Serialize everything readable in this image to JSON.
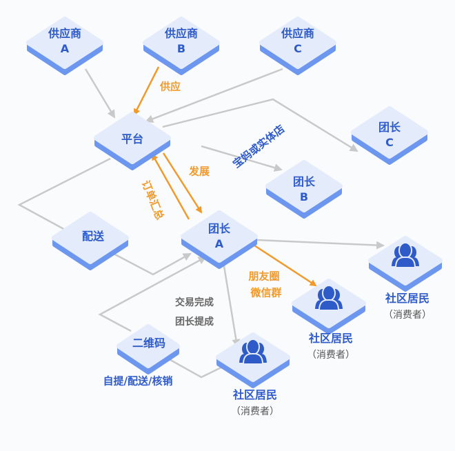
{
  "nodes": {
    "supplier_a": [
      "供应商",
      "A"
    ],
    "supplier_b": [
      "供应商",
      "B"
    ],
    "supplier_c": [
      "供应商",
      "C"
    ],
    "platform": "平台",
    "leader_a": [
      "团长",
      "A"
    ],
    "leader_b": [
      "团长",
      "B"
    ],
    "leader_c": [
      "团长",
      "C"
    ],
    "delivery": "配送",
    "qrcode": "二维码",
    "resident": {
      "name": "社区居民",
      "sub": "（消费者）"
    }
  },
  "edge_labels": {
    "supply": "供应",
    "develop": "发展",
    "order_summary": "订单汇总",
    "mom_or_store": "宝妈或实体店",
    "moments": "朋友圈",
    "wechat_group": "微信群",
    "deal_done": "交易完成",
    "commission": "团长提成",
    "pickup": "自提/配送/核销"
  },
  "colors": {
    "node_top": "#e4ecfb",
    "node_side": "#6d97ee",
    "text": "#2f5bc9",
    "orange": "#f19a2c",
    "line": "#c9c9c9"
  }
}
